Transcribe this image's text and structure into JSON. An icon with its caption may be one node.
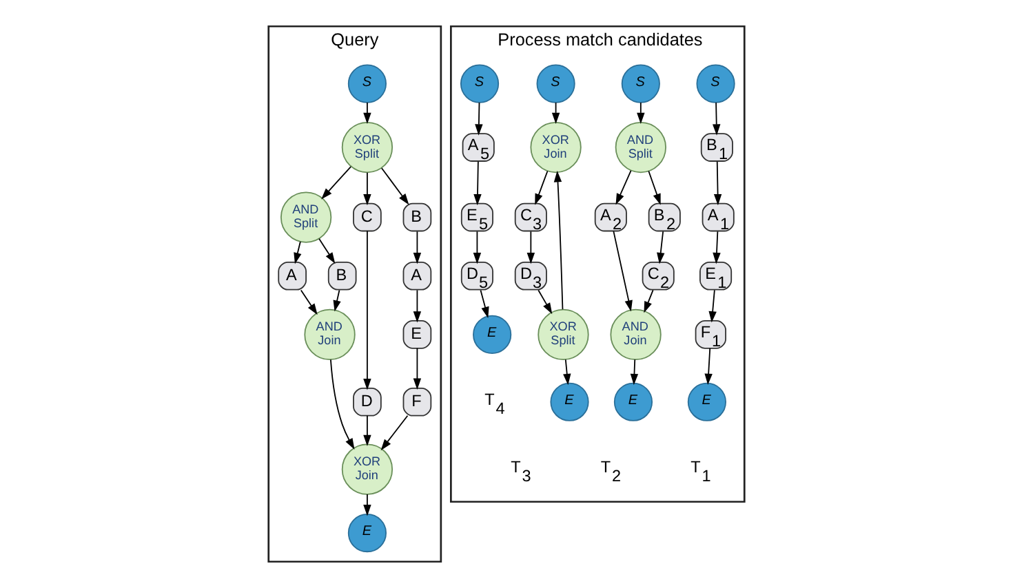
{
  "diagram": {
    "nodes": [
      {
        "text": [
          "Query"
        ]
      },
      {
        "text": [
          "S"
        ],
        "in": 0
      },
      {
        "text": [
          "XOR Split"
        ],
        "in": 0
      },
      {
        "text": [
          "AND Split"
        ],
        "in": 0
      },
      {
        "text": [
          "A"
        ],
        "in": 0
      },
      {
        "text": [
          "B"
        ],
        "in": 0
      },
      {
        "text": [
          "AND Join"
        ],
        "in": 0
      },
      {
        "text": [
          "C"
        ],
        "in": 0
      },
      {
        "text": [
          "D"
        ],
        "in": 0
      },
      {
        "text": [
          "B"
        ],
        "in": 0
      },
      {
        "text": [
          "A"
        ],
        "in": 0
      },
      {
        "text": [
          "E"
        ],
        "in": 0
      },
      {
        "text": [
          "F"
        ],
        "in": 0
      },
      {
        "text": [
          "XOR Join"
        ],
        "in": 0
      },
      {
        "text": [
          "E"
        ],
        "in": 0
      },
      {
        "text": [
          "Process match candidates"
        ]
      },
      {
        "text": [
          "S"
        ],
        "in": 15
      },
      {
        "text": [
          "B$_{1}$"
        ],
        "in": 15
      },
      {
        "text": [
          "A$_{1}$"
        ],
        "in": 15
      },
      {
        "text": [
          "E$_{1}$"
        ],
        "in": 15
      },
      {
        "text": [
          "F$_{1}$"
        ],
        "in": 15
      },
      {
        "text": [
          "E"
        ],
        "in": 15
      },
      {
        "text": [
          "S"
        ],
        "in": 15
      },
      {
        "text": [
          "AND Split"
        ],
        "in": 15
      },
      {
        "text": [
          "A$_{2}$"
        ],
        "in": 15
      },
      {
        "text": [
          "B$_{2}$"
        ],
        "in": 15
      },
      {
        "text": [
          "C$_{2}$"
        ],
        "in": 15
      },
      {
        "text": [
          "AND Join"
        ],
        "in": 15
      },
      {
        "text": [
          "E"
        ],
        "in": 15
      },
      {
        "text": [
          "S"
        ],
        "in": 15
      },
      {
        "text": [
          "XOR Join"
        ],
        "in": 15
      },
      {
        "text": [
          "C$_{3}$"
        ],
        "in": 15
      },
      {
        "text": [
          "D$_{3}$"
        ],
        "in": 15
      },
      {
        "text": [
          "XOR Split"
        ],
        "in": 15
      },
      {
        "text": [
          "E"
        ],
        "in": 15
      },
      {
        "text": [
          "S"
        ],
        "in": 15
      },
      {
        "text": [
          "A$_{5}$"
        ],
        "in": 15
      },
      {
        "text": [
          "E$_{5}$"
        ],
        "in": 15
      },
      {
        "text": [
          "D$_{5}$"
        ],
        "in": 15
      },
      {
        "text": [
          "E"
        ],
        "in": 15
      }
    ],
    "edges": [
      {
        "from": 1,
        "to": 2,
        "arrow": "to"
      },
      {
        "from": 2,
        "to": 3,
        "arrow": "to"
      },
      {
        "from": 2,
        "to": 7,
        "arrow": "to"
      },
      {
        "from": 2,
        "to": 9,
        "arrow": "to"
      },
      {
        "from": 3,
        "to": 4,
        "arrow": "to"
      },
      {
        "from": 3,
        "to": 5,
        "arrow": "to"
      },
      {
        "from": 4,
        "to": 6,
        "arrow": "to"
      },
      {
        "from": 5,
        "to": 6,
        "arrow": "to"
      },
      {
        "from": 7,
        "to": 8,
        "arrow": "to"
      },
      {
        "from": 9,
        "to": 10,
        "arrow": "to"
      },
      {
        "from": 10,
        "to": 11,
        "arrow": "to"
      },
      {
        "from": 11,
        "to": 12,
        "arrow": "to"
      },
      {
        "from": 6,
        "to": 13,
        "arrow": "to"
      },
      {
        "from": 8,
        "to": 13,
        "arrow": "to"
      },
      {
        "from": 12,
        "to": 13,
        "arrow": "to"
      },
      {
        "from": 13,
        "to": 14,
        "arrow": "to"
      },
      {
        "from": 16,
        "to": 17,
        "arrow": "to"
      },
      {
        "from": 17,
        "to": 18,
        "arrow": "to"
      },
      {
        "from": 18,
        "to": 19,
        "arrow": "to"
      },
      {
        "from": 19,
        "to": 20,
        "arrow": "to"
      },
      {
        "from": 20,
        "to": 21,
        "arrow": "to"
      },
      {
        "from": 22,
        "to": 23,
        "arrow": "to"
      },
      {
        "from": 23,
        "to": 24,
        "arrow": "to"
      },
      {
        "from": 23,
        "to": 25,
        "arrow": "to"
      },
      {
        "from": 25,
        "to": 26,
        "arrow": "to"
      },
      {
        "from": 24,
        "to": 27,
        "arrow": "to"
      },
      {
        "from": 26,
        "to": 27,
        "arrow": "to"
      },
      {
        "from": 27,
        "to": 28,
        "arrow": "to"
      },
      {
        "from": 29,
        "to": 30,
        "arrow": "to"
      },
      {
        "from": 30,
        "to": 31,
        "arrow": "to"
      },
      {
        "from": 31,
        "to": 32,
        "arrow": "to"
      },
      {
        "from": 32,
        "to": 33,
        "arrow": "to"
      },
      {
        "from": 33,
        "to": 30,
        "arrow": "to"
      },
      {
        "from": 33,
        "to": 34,
        "arrow": "to"
      },
      {
        "from": 35,
        "to": 36,
        "arrow": "to"
      },
      {
        "from": 36,
        "to": 37,
        "arrow": "to"
      },
      {
        "from": 37,
        "to": 38,
        "arrow": "to"
      },
      {
        "from": 38,
        "to": 39,
        "arrow": "to"
      }
    ],
    "labels": [
      "T$_{1}$",
      "T$_{2}$",
      "T$_{3}$",
      "T$_{4}$"
    ]
  }
}
